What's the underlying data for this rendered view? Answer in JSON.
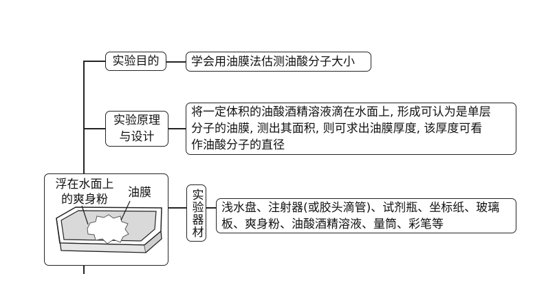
{
  "experiment": {
    "purpose": {
      "label": "实验目的",
      "content": "学会用油膜法估测油酸分子大小"
    },
    "principle": {
      "label": "实验原理\n与设计",
      "content": "将一定体积的油酸酒精溶液滴在水面上, 形成可认为是单层\n分子的油膜, 测出其面积, 则可求出油膜厚度, 该厚度可看\n作油酸分子的直径"
    },
    "equipment": {
      "label": "实验器材",
      "content": "浅水盘、注射器(或胶头滴管)、试剂瓶、坐标纸、玻璃\n板、爽身粉、油酸酒精溶液、量筒、彩笔等"
    },
    "illustration": {
      "powder_label": "浮在水面上\n的爽身粉",
      "film_label": "油膜"
    }
  }
}
